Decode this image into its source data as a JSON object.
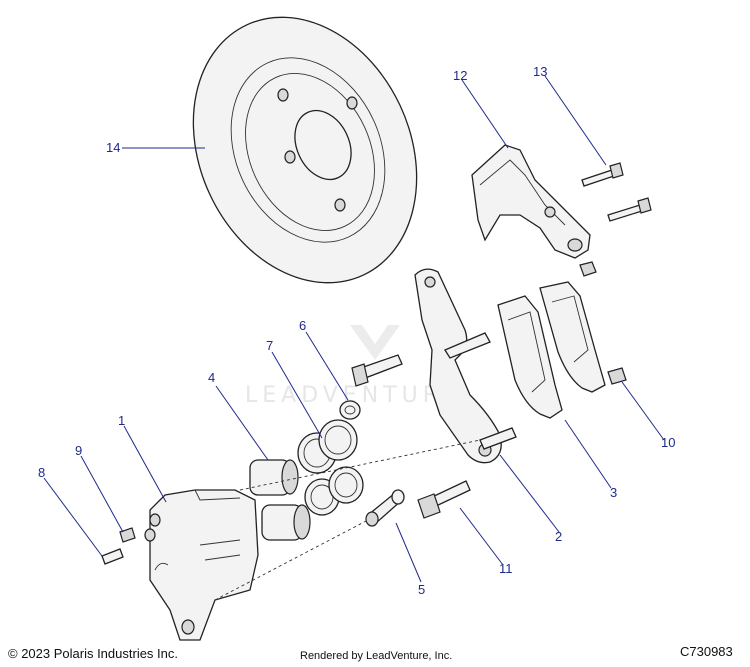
{
  "callouts": [
    "1",
    "2",
    "3",
    "4",
    "5",
    "6",
    "7",
    "8",
    "9",
    "10",
    "11",
    "12",
    "13",
    "14"
  ],
  "watermark": "LEADVENTURE",
  "footer": {
    "copyright": "© 2023 Polaris Industries Inc.",
    "rendered_by": "Rendered by LeadVenture, Inc.",
    "drawing_code": "C730983"
  },
  "colors": {
    "callout": "#1f2a8a",
    "line": "#222222",
    "fill": "#f3f3f3"
  }
}
